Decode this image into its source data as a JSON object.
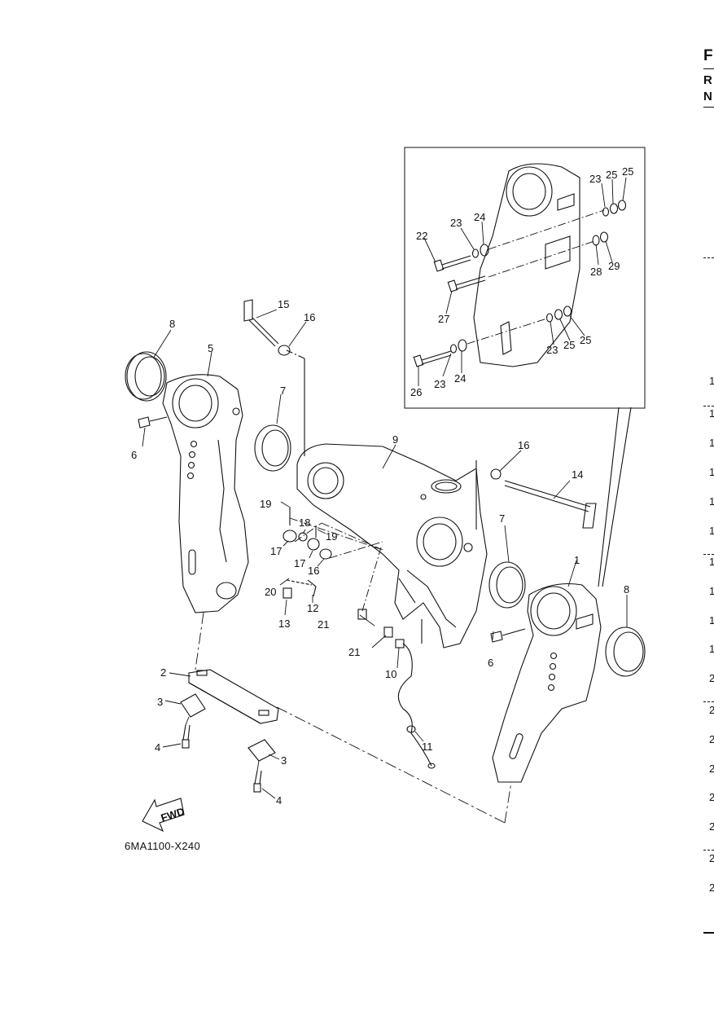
{
  "diagram_code": "6MA1100-X240",
  "fwd_label": "FWD",
  "callouts": [
    "1",
    "2",
    "3",
    "3",
    "4",
    "4",
    "5",
    "6",
    "6",
    "7",
    "7",
    "8",
    "8",
    "9",
    "10",
    "11",
    "12",
    "13",
    "14",
    "15",
    "16",
    "16",
    "16",
    "17",
    "17",
    "18",
    "19",
    "19",
    "20",
    "21",
    "21",
    "22",
    "23",
    "23",
    "23",
    "24",
    "24",
    "25",
    "25",
    "25",
    "25",
    "26",
    "27",
    "28",
    "29"
  ],
  "edge": {
    "letters": [
      "F",
      "R",
      "N"
    ],
    "numbers": [
      "1",
      "1",
      "1",
      "1",
      "1",
      "1",
      "1",
      "1",
      "1",
      "1",
      "2",
      "2",
      "2",
      "2",
      "2",
      "2",
      "2",
      "2"
    ]
  }
}
